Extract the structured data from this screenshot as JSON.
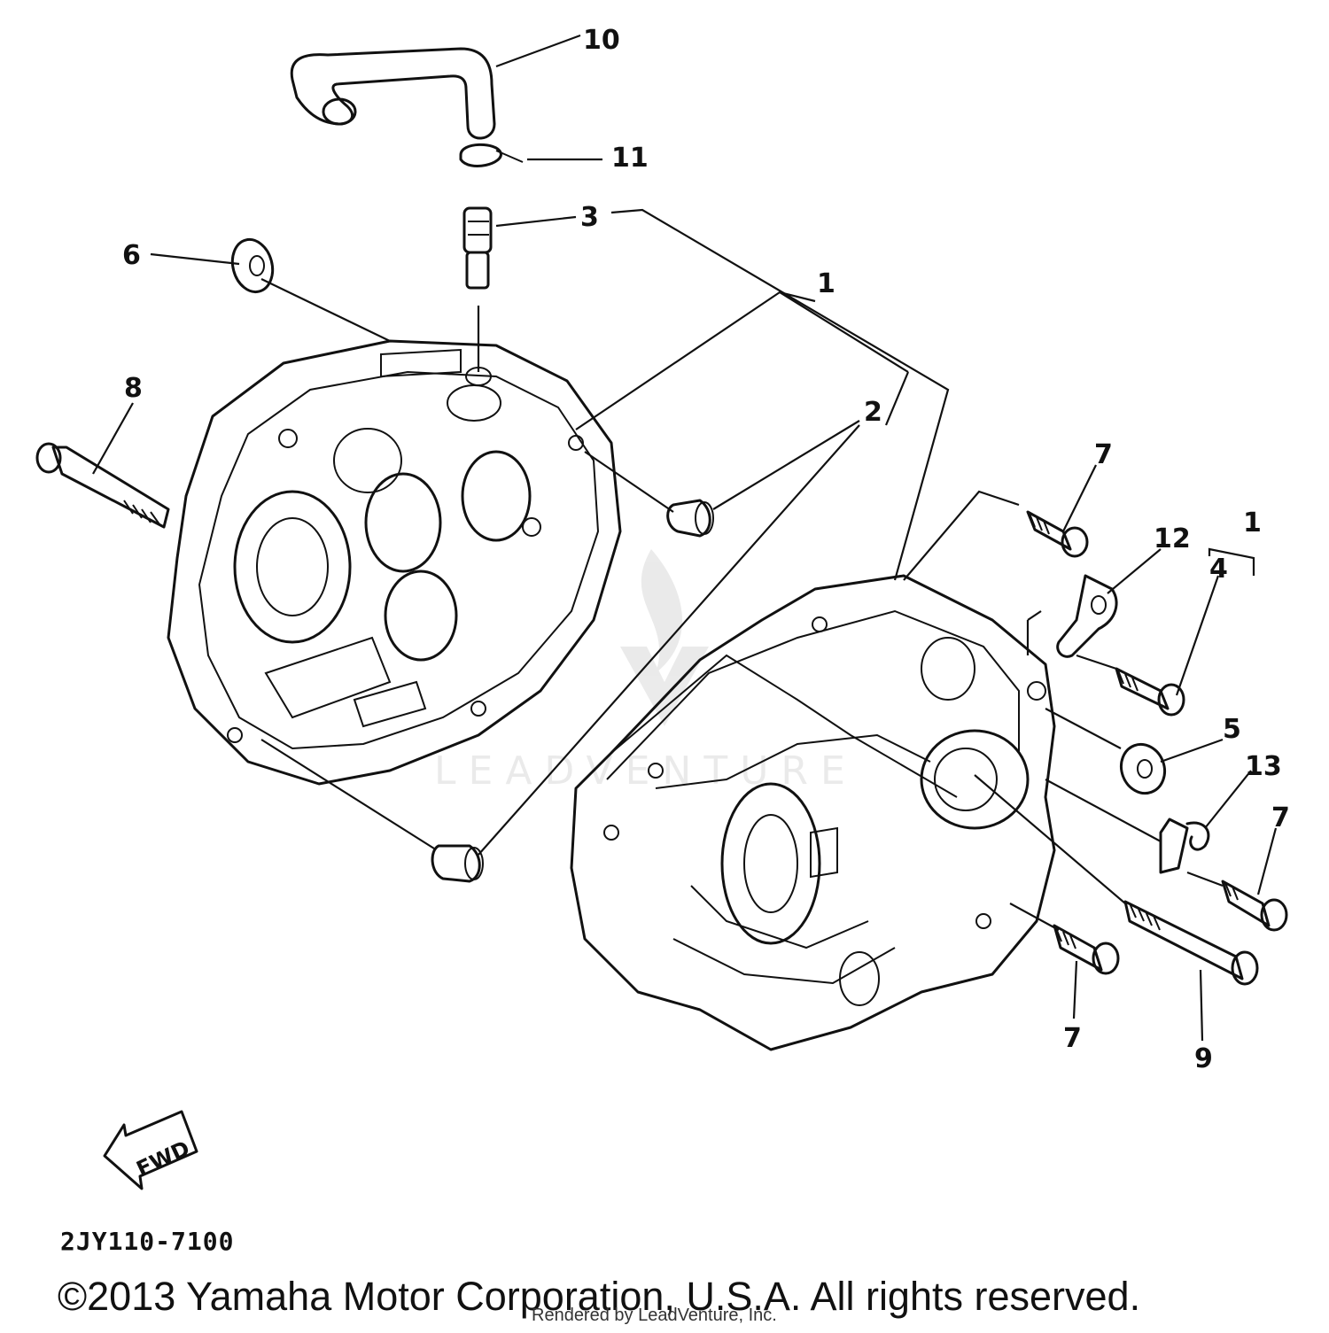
{
  "diagram": {
    "code": "2JY110-7100",
    "fwd_label": "FWD",
    "watermark": "LEADVENTURE",
    "callouts": {
      "c1_top": "1",
      "c2": "2",
      "c3": "3",
      "c4": "4",
      "c5": "5",
      "c6": "6",
      "c7_a": "7",
      "c7_b": "7",
      "c7_c": "7",
      "c8": "8",
      "c9": "9",
      "c10": "10",
      "c11": "11",
      "c12": "12",
      "c13": "13",
      "c1_bracket": "1"
    }
  },
  "footer": {
    "copyright": "©2013 Yamaha Motor Corporation, U.S.A. All rights reserved.",
    "render_credit": "Rendered by LeadVenture, Inc."
  }
}
